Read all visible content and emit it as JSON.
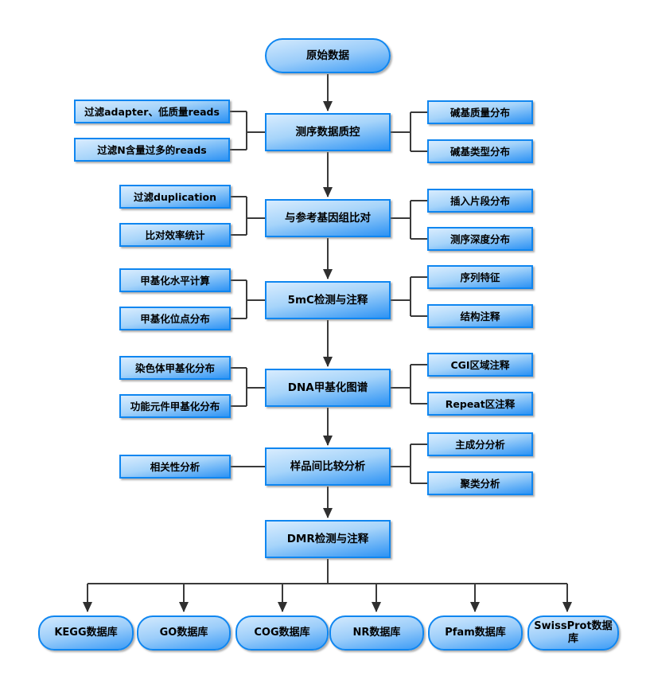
{
  "flow": {
    "start": "原始数据",
    "steps": [
      {
        "label": "测序数据质控",
        "left": [
          "过滤adapter、低质量reads",
          "过滤N含量过多的reads"
        ],
        "right": [
          "碱基质量分布",
          "碱基类型分布"
        ]
      },
      {
        "label": "与参考基因组比对",
        "left": [
          "过滤duplication",
          "比对效率统计"
        ],
        "right": [
          "插入片段分布",
          "测序深度分布"
        ]
      },
      {
        "label": "5mC检测与注释",
        "left": [
          "甲基化水平计算",
          "甲基化位点分布"
        ],
        "right": [
          "序列特征",
          "结构注释"
        ]
      },
      {
        "label": "DNA甲基化图谱",
        "left": [
          "染色体甲基化分布",
          "功能元件甲基化分布"
        ],
        "right": [
          "CGI区域注释",
          "Repeat区注释"
        ]
      },
      {
        "label": "样品间比较分析",
        "left": [
          "相关性分析"
        ],
        "right": [
          "主成分分析",
          "聚类分析"
        ]
      },
      {
        "label": "DMR检测与注释",
        "left": [],
        "right": []
      }
    ],
    "databases": [
      "KEGG数据库",
      "GO数据库",
      "COG数据库",
      "NR数据库",
      "Pfam数据库",
      "SwissProt数据库"
    ],
    "colors": {
      "box_border": "#0f86f0",
      "box_gradient_top": "#d8ecfe",
      "box_gradient_bottom": "#2e93f4",
      "connector_line": "#3a3a3a"
    }
  }
}
